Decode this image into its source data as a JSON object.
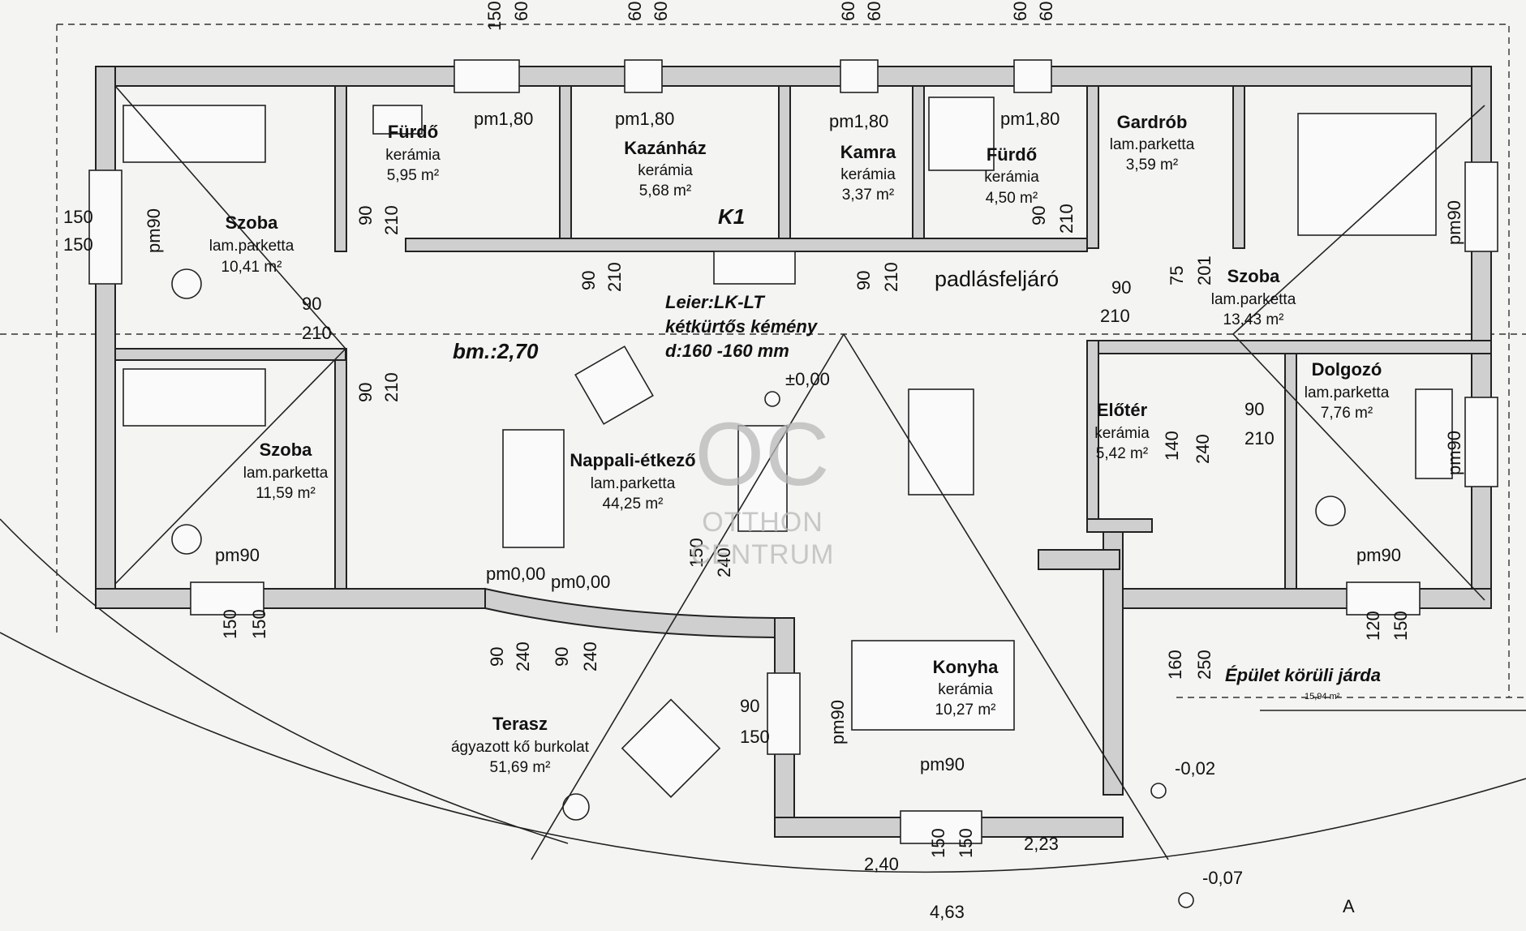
{
  "rooms": {
    "furdo1": {
      "name": "Fürdő",
      "floor": "kerámia",
      "area": "5,95 m²"
    },
    "kazanhaz": {
      "name": "Kazánház",
      "floor": "kerámia",
      "area": "5,68 m²"
    },
    "kamra": {
      "name": "Kamra",
      "floor": "kerámia",
      "area": "3,37 m²"
    },
    "furdo2": {
      "name": "Fürdő",
      "floor": "kerámia",
      "area": "4,50 m²"
    },
    "gardrob": {
      "name": "Gardrób",
      "floor": "lam.parketta",
      "area": "3,59 m²"
    },
    "szoba1": {
      "name": "Szoba",
      "floor": "lam.parketta",
      "area": "10,41 m²"
    },
    "szoba2": {
      "name": "Szoba",
      "floor": "lam.parketta",
      "area": "11,59 m²"
    },
    "szoba3": {
      "name": "Szoba",
      "floor": "lam.parketta",
      "area": "13,43 m²"
    },
    "nappali": {
      "name": "Nappali-étkező",
      "floor": "lam.parketta",
      "area": "44,25 m²"
    },
    "eloter": {
      "name": "Előtér",
      "floor": "kerámia",
      "area": "5,42 m²"
    },
    "dolgozo": {
      "name": "Dolgozó",
      "floor": "lam.parketta",
      "area": "7,76 m²"
    },
    "konyha": {
      "name": "Konyha",
      "floor": "kerámia",
      "area": "10,27 m²"
    },
    "terasz": {
      "name": "Terasz",
      "floor": "ágyazott kő burkolat",
      "area": "51,69 m²"
    }
  },
  "notes": {
    "k1": "K1",
    "padlasfeljaro": "padlásfeljáró",
    "leier": "Leier:LK-LT",
    "kemeny": "kétkürtős kémény",
    "kemeny_d": "d:160 -160 mm",
    "bm": "bm.:2,70",
    "level0": "±0,00",
    "level002": "-0,02",
    "level007": "-0,07",
    "jarda": "Épület körüli járda",
    "jarda_area": "15,94 m²",
    "section": "A"
  },
  "sill": {
    "pm180": "pm1,80",
    "pm090": "pm90",
    "pm000": "pm0,00"
  },
  "dims": {
    "d150": "150",
    "d60": "60",
    "d90": "90",
    "d210": "210",
    "d240": "240",
    "d120": "120",
    "d140": "140",
    "d75": "75",
    "d201": "201",
    "d160": "160",
    "d250": "250",
    "l240": "2,40",
    "l223": "2,23",
    "l463": "4,63"
  },
  "watermark": {
    "logo": "OC",
    "line1": "OTTHON",
    "line2": "CENTRUM"
  }
}
